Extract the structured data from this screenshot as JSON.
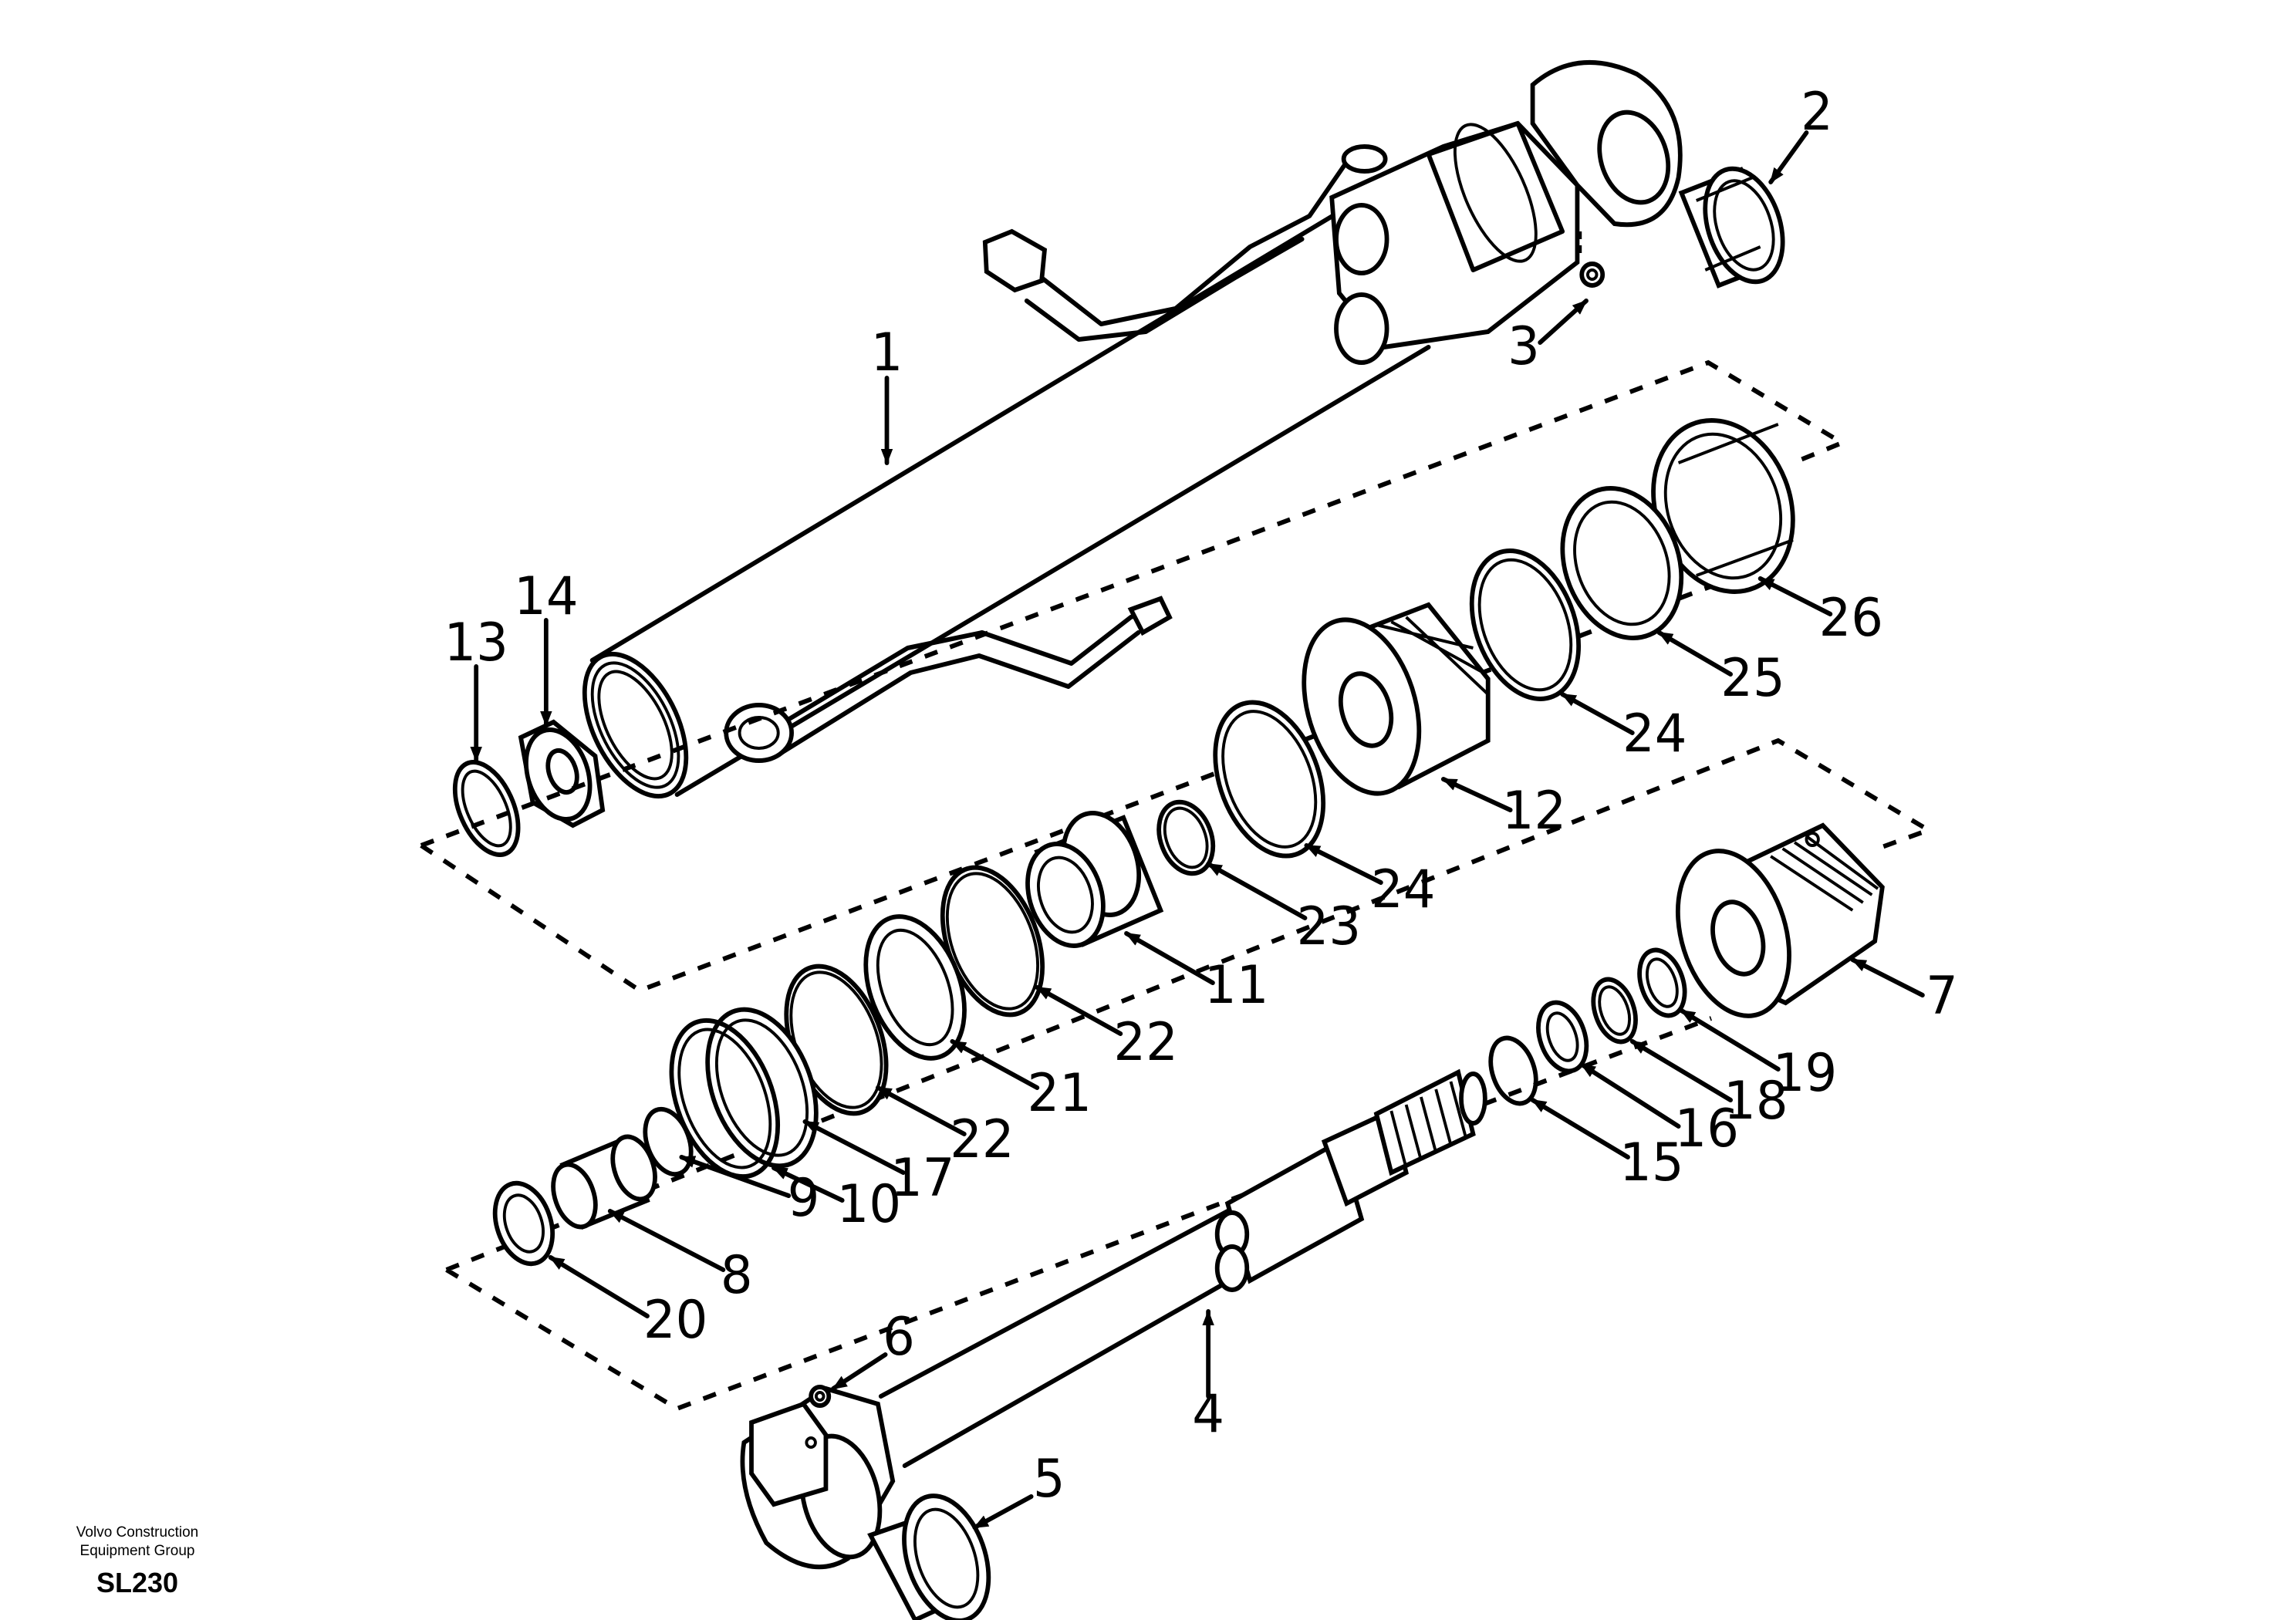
{
  "footer": {
    "company_line1": "Volvo Construction",
    "company_line2": "Equipment Group",
    "code": "SL230"
  },
  "callouts": {
    "c1": "1",
    "c2": "2",
    "c3": "3",
    "c4": "4",
    "c5": "5",
    "c6": "6",
    "c7": "7",
    "c8": "8",
    "c9": "9",
    "c10": "10",
    "c11": "11",
    "c12": "12",
    "c13": "13",
    "c14": "14",
    "c15": "15",
    "c16": "16",
    "c17": "17",
    "c18": "18",
    "c19": "19",
    "c20": "20",
    "c21": "21",
    "c22a": "22",
    "c22b": "22",
    "c23": "23",
    "c24a": "24",
    "c24b": "24",
    "c25": "25",
    "c26": "26"
  }
}
